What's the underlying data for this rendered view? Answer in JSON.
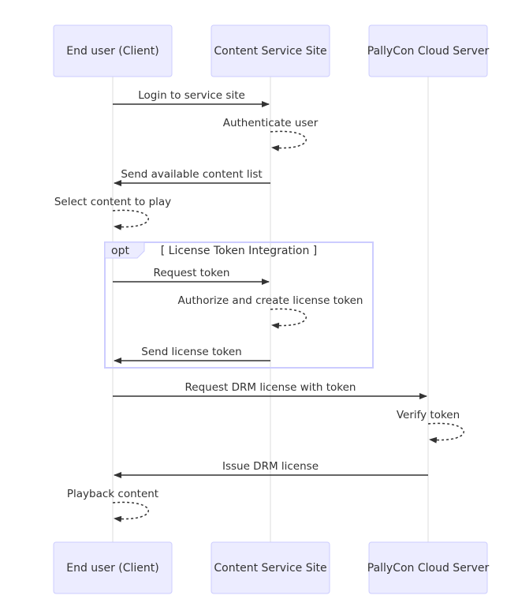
{
  "actors": {
    "client": "End user (Client)",
    "site": "Content Service Site",
    "cloud": "PallyCon Cloud Server"
  },
  "messages": {
    "m1": "Login to service site",
    "m2": "Authenticate user",
    "m3": "Send available content list",
    "m4": "Select content to play",
    "m5": "Request token",
    "m6": "Authorize and create license token",
    "m7": "Send license token",
    "m8": "Request DRM license with token",
    "m9": "Verify token",
    "m10": "Issue DRM license",
    "m11": "Playback content"
  },
  "opt": {
    "keyword": "opt",
    "condition": "[ License Token Integration ]"
  }
}
